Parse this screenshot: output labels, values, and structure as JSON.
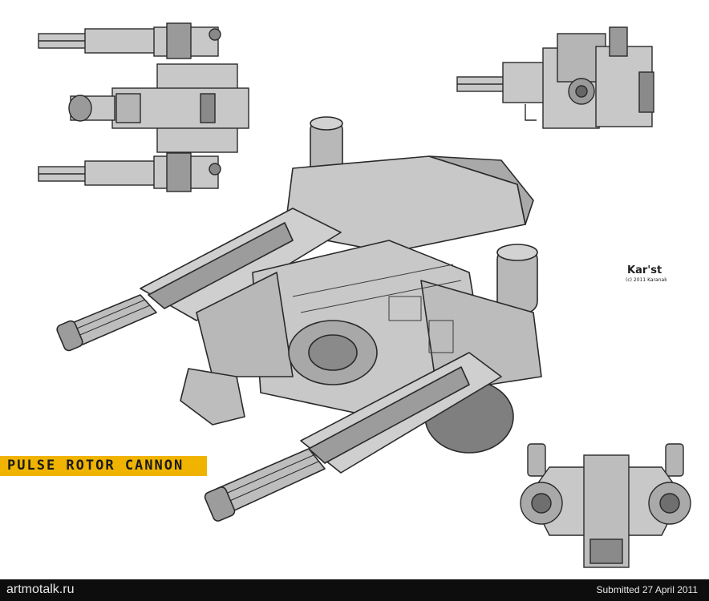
{
  "title": "PULSE ROTOR CANNON",
  "signature": {
    "name": "Kar'st",
    "copyright": "(c) 2011 Karanak"
  },
  "footer": {
    "site": "artmotalk.ru",
    "submitted": "Submitted 27 April 2011"
  },
  "colors": {
    "accent": "#f0b400",
    "footer_bg": "#0d0d0d",
    "metal": "#c8c8c8",
    "line": "#2a2a2a"
  },
  "views": [
    "top-view",
    "side-view",
    "front-view",
    "perspective-view"
  ]
}
